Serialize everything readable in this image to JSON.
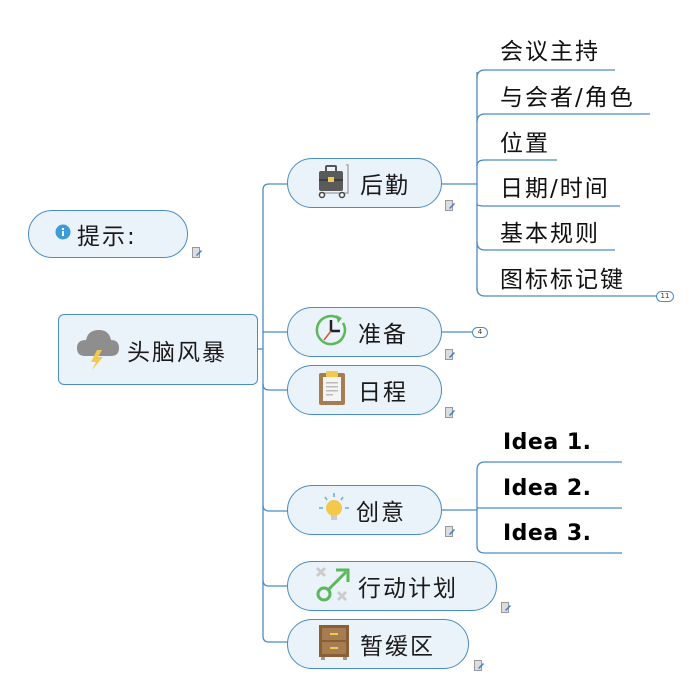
{
  "central_topic": {
    "label": "头脑风暴",
    "icon": "storm-cloud-icon"
  },
  "floating_topic": {
    "label": "提示:",
    "icon": "info-icon"
  },
  "branches": [
    {
      "label": "后勤",
      "icon": "briefcase-cart-icon",
      "children": [
        "会议主持",
        "与会者/角色",
        "位置",
        "日期/时间",
        "基本规则",
        "图标标记键"
      ],
      "collapsed_count": "11"
    },
    {
      "label": "准备",
      "icon": "clock-icon",
      "collapsed_count": "4"
    },
    {
      "label": "日程",
      "icon": "clipboard-icon"
    },
    {
      "label": "创意",
      "icon": "lightbulb-icon",
      "children": [
        "Idea 1.",
        "Idea 2.",
        "Idea 3."
      ]
    },
    {
      "label": "行动计划",
      "icon": "action-arrow-icon"
    },
    {
      "label": "暂缓区",
      "icon": "cabinet-icon"
    }
  ],
  "colors": {
    "line": "#4a8cc4",
    "node_fill": "#eaf2fa",
    "accent_yellow": "#f2c94c"
  }
}
